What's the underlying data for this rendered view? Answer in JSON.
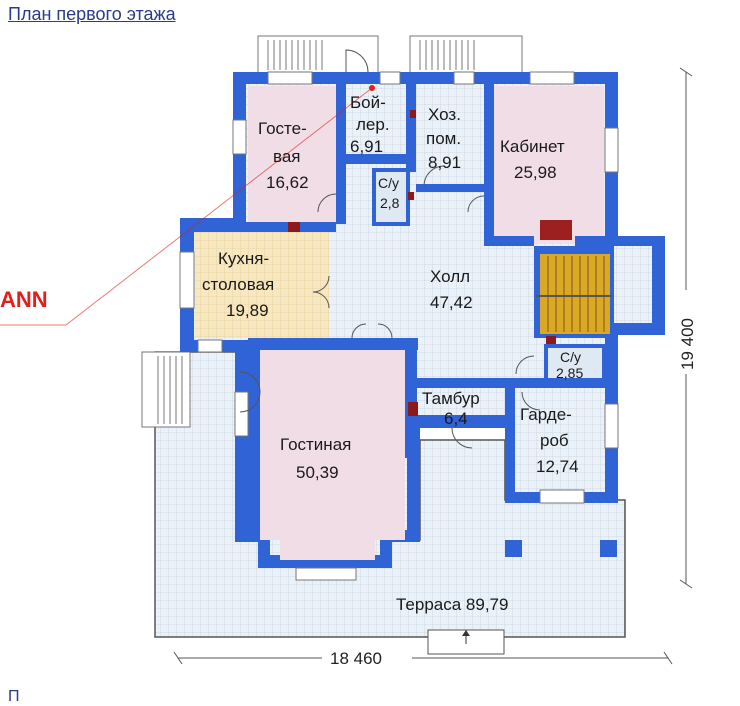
{
  "title": "План первого этажа",
  "brand_fragment": "ANN",
  "footer_glyph": "П",
  "rooms": {
    "gostevaya": {
      "l1": "Госте-",
      "l2": "вая",
      "area": "16,62"
    },
    "boiler": {
      "l1": "Бой-",
      "l2": "лер.",
      "area": "6,91"
    },
    "hoz": {
      "l1": "Хоз.",
      "l2": "пом.",
      "area": "8,91"
    },
    "kabinet": {
      "l1": "Кабинет",
      "area": "25,98"
    },
    "su1": {
      "l1": "С/у",
      "area": "2,8"
    },
    "kuhnya": {
      "l1": "Кухня-",
      "l2": "столовая",
      "area": "19,89"
    },
    "holl": {
      "l1": "Холл",
      "area": "47,42"
    },
    "su2": {
      "l1": "С/у",
      "area": "2,85"
    },
    "tambur": {
      "l1": "Тамбур",
      "area": "6,4"
    },
    "garderob": {
      "l1": "Гарде-",
      "l2": "роб",
      "area": "12,74"
    },
    "gostinaya": {
      "l1": "Гостиная",
      "area": "50,39"
    },
    "terrasa": {
      "l1": "Терраса 89,79"
    }
  },
  "dimensions": {
    "width": "18 460",
    "height": "19 400"
  },
  "colors": {
    "wall": "#2f63d6",
    "grid_floor": "#e8f0f8",
    "room_pink": "#f1dde6",
    "kitchen": "#f8e8c2",
    "stair": "#d9a826",
    "brand": "#e0201a"
  }
}
